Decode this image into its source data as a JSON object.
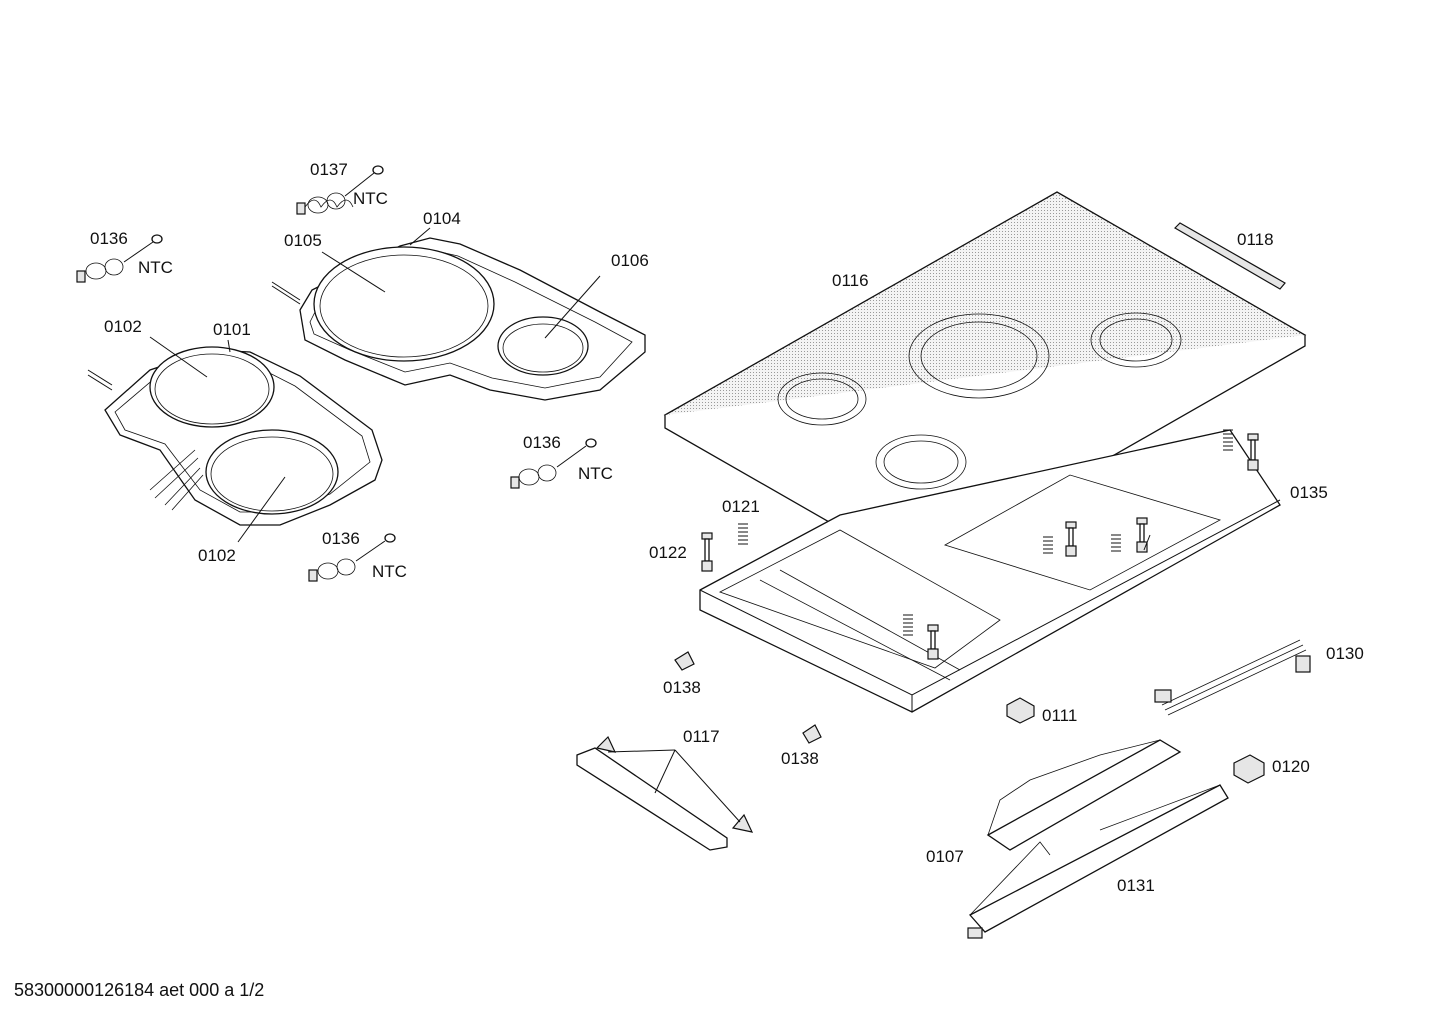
{
  "labels": {
    "p0137": "0137",
    "p0136_a": "0136",
    "p0136_b": "0136",
    "p0136_c": "0136",
    "p0104": "0104",
    "p0105": "0105",
    "p0106": "0106",
    "p0102_a": "0102",
    "p0101": "0101",
    "p0102_b": "0102",
    "p0116": "0116",
    "p0118": "0118",
    "p0121": "0121",
    "p0122": "0122",
    "p0135": "0135",
    "p0130": "0130",
    "p0138_a": "0138",
    "p0138_b": "0138",
    "p0111": "0111",
    "p0117": "0117",
    "p0120": "0120",
    "p0107": "0107",
    "p0131": "0131",
    "ntc_1": "NTC",
    "ntc_2": "NTC",
    "ntc_3": "NTC",
    "ntc_4": "NTC"
  },
  "footer": "58300000126184 aet 000 a 1/2"
}
